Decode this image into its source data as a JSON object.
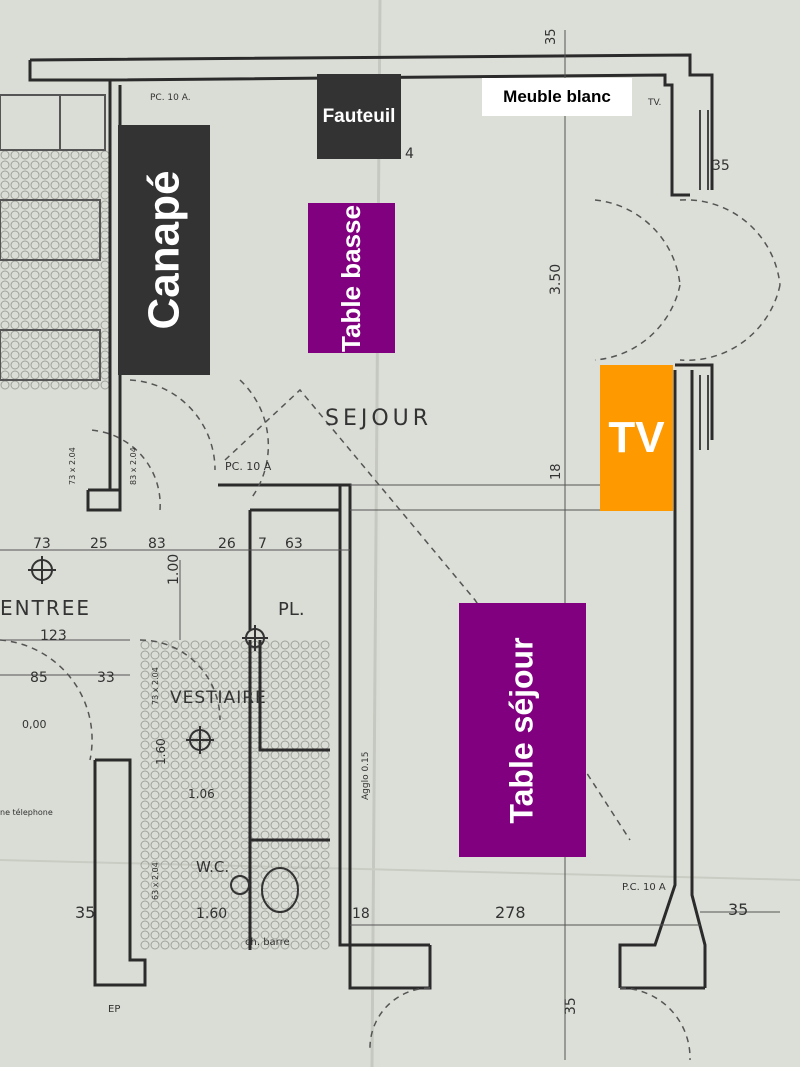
{
  "overlays": {
    "fauteuil": "Fauteuil",
    "meuble_blanc": "Meuble blanc",
    "canape": "Canapé",
    "table_basse": "Table basse",
    "tv": "TV",
    "table_sejour": "Table séjour"
  },
  "plan": {
    "room_sejour": "SEJOUR",
    "room_entree": "ENTREE",
    "room_vestiaire": "VESTIAIRE",
    "room_pl": "PL.",
    "room_wc": "W.C.",
    "pc_top": "PC. 10 A.",
    "pc_mid": "PC. 10 A",
    "pc_bottom": "P.C. 10 A",
    "tv_small": "TV.",
    "dim_35_top": "35",
    "dim_35_right": "35",
    "dim_35_bottom_right": "35",
    "dim_35_bottom": "35",
    "dim_35_left": "35",
    "dim_350": "3.50",
    "dim_18": "18",
    "dim_278": "278",
    "dim_73": "73",
    "dim_25": "25",
    "dim_83": "83",
    "dim_26": "26",
    "dim_7": "7",
    "dim_63": "63",
    "dim_100": "1.00",
    "dim_123": "123",
    "dim_85": "85",
    "dim_33": "33",
    "dim_0_00": "0,00",
    "dim_106": "1.06",
    "dim_160": "1.60",
    "dim_160b": "1.60",
    "dim_4": "4",
    "door_73x204": "73 x 2.04",
    "door_83x204": "83 x 2.04",
    "door_73x204b": "73 x 2.04",
    "door_63x204": "63 x 2.04",
    "agglo": "Agglo 0.15",
    "telephone": "ne télephone",
    "ch_barre": "ch. barre",
    "ep": "EP"
  },
  "colors": {
    "paper": "#dcdfd8",
    "ink": "#333333",
    "dark_label": "#333333",
    "purple_label": "#800080",
    "orange_label": "#ff9900"
  }
}
